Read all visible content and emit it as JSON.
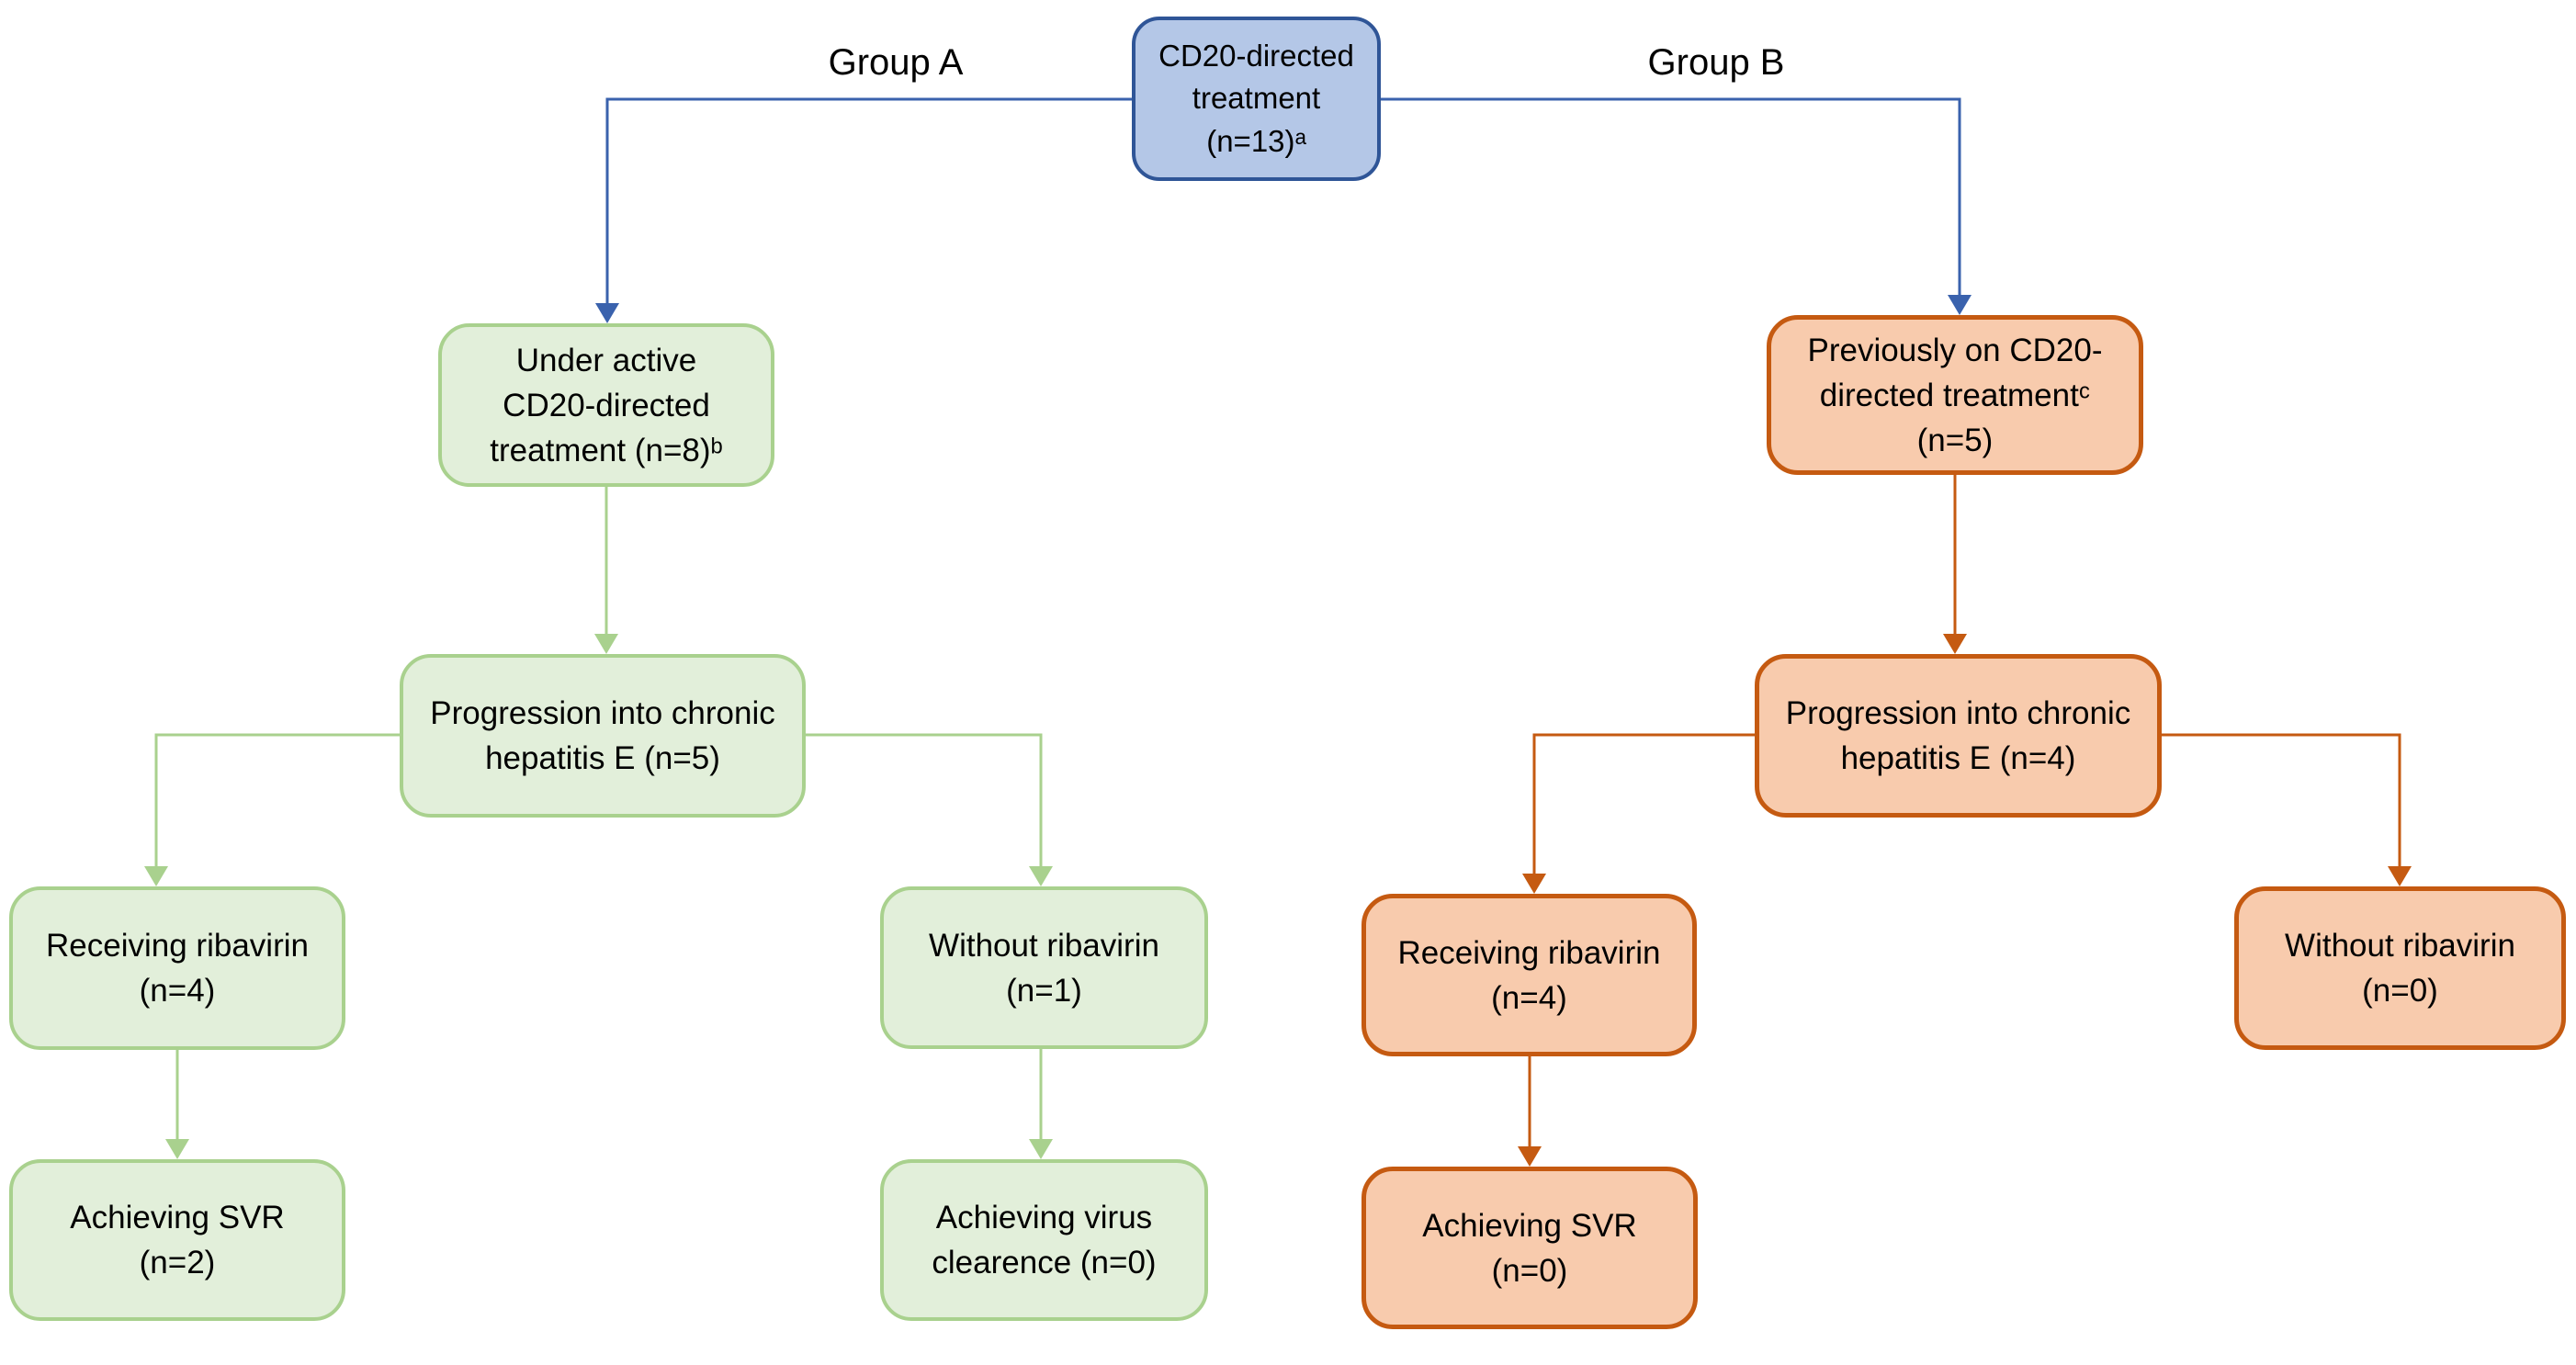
{
  "labels": {
    "group_a": "Group A",
    "group_b": "Group B"
  },
  "nodes": {
    "root": {
      "label": "CD20-directed\ntreatment (n=13)ᵃ"
    },
    "a_active": {
      "label": "Under active\nCD20-directed\ntreatment (n=8)ᵇ"
    },
    "a_progression": {
      "label": "Progression into chronic\nhepatitis E (n=5)"
    },
    "a_ribavirin": {
      "label": "Receiving ribavirin\n(n=4)"
    },
    "a_no_ribavirin": {
      "label": "Without ribavirin\n(n=1)"
    },
    "a_svr": {
      "label": "Achieving SVR\n(n=2)"
    },
    "a_clearance": {
      "label": "Achieving virus\nclearence (n=0)"
    },
    "b_previous": {
      "label": "Previously on CD20-\ndirected treatmentᶜ\n(n=5)"
    },
    "b_progression": {
      "label": "Progression into chronic\nhepatitis E (n=4)"
    },
    "b_ribavirin": {
      "label": "Receiving ribavirin\n(n=4)"
    },
    "b_no_ribavirin": {
      "label": "Without ribavirin\n(n=0)"
    },
    "b_svr": {
      "label": "Achieving SVR\n(n=0)"
    }
  },
  "colors": {
    "background": "#FFFFFF",
    "text": "#000000",
    "root_fill": "#B4C7E7",
    "root_border": "#2F5597",
    "group_a_fill": "#E2EFDA",
    "group_a_border": "#A9D18E",
    "group_b_fill": "#F8CBAD",
    "group_b_border": "#C55A11",
    "connector_blue": "#3A62AD",
    "connector_green": "#A9D18E",
    "connector_orange": "#C55A11"
  }
}
